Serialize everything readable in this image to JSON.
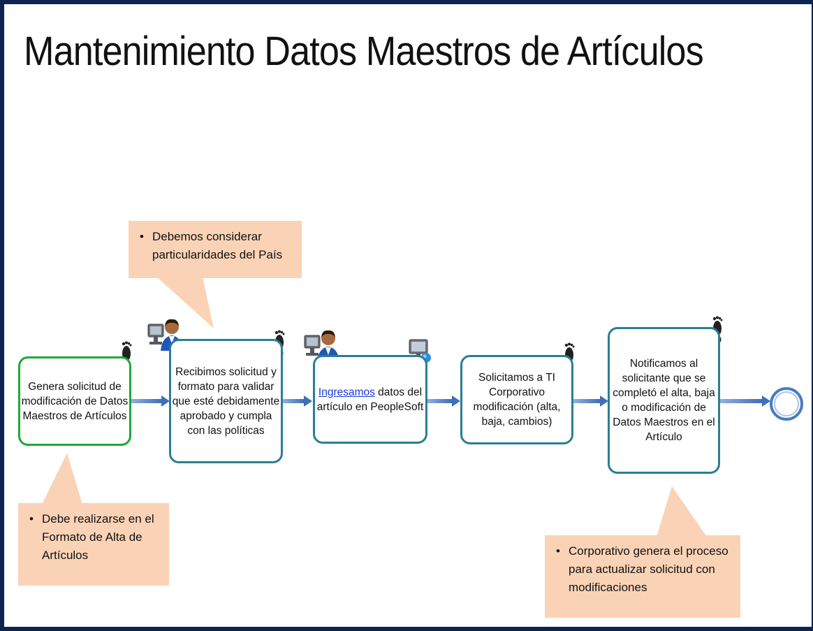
{
  "title": "Mantenimiento Datos Maestros de Artículos",
  "steps": [
    {
      "text": "Genera solicitud de modificación de Datos Maestros de Artículos"
    },
    {
      "text": "Recibimos solicitud  y formato para validar que esté debidamente aprobado y cumpla con las políticas"
    },
    {
      "link": "Ingresamos",
      "text": " datos del artículo  en PeopleSoft"
    },
    {
      "text": "Solicitamos a TI Corporativo modificación (alta, baja, cambios)"
    },
    {
      "text": "Notificamos al solicitante que se completó el alta, baja o modificación de Datos Maestros en el Artículo"
    }
  ],
  "notes": [
    {
      "bullet": "•",
      "text": "Debemos considerar particularidades del País"
    },
    {
      "bullet": "•",
      "text": "Debe realizarse en el Formato de Alta de Artículos"
    },
    {
      "bullet": "•",
      "text": "Corporativo  genera el proceso para actualizar solicitud  con modificaciones"
    }
  ],
  "colors": {
    "frame": "#0d2350",
    "green_border": "#1fa83a",
    "teal_border": "#2a7f92",
    "note_fill": "#fad3b6",
    "arrow": "#4a7cc0",
    "link": "#1c38d9"
  },
  "icons": [
    "footprint-icon",
    "person-computer-icon",
    "computer-globe-icon",
    "end-event-icon"
  ]
}
